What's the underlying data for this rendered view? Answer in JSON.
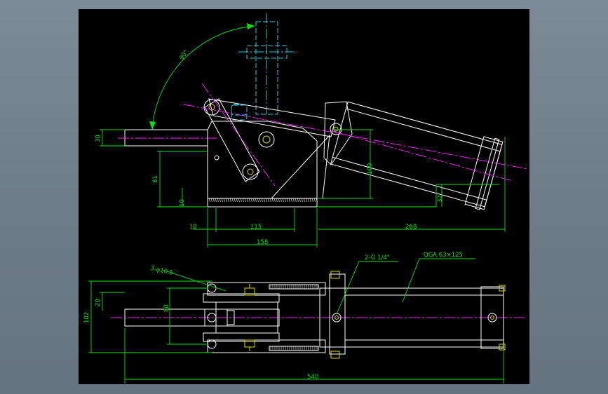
{
  "drawing": {
    "background": "#000000",
    "colors": {
      "outline": "#ffffff",
      "dimension": "#00e600",
      "centerline": "#ff20ff",
      "hidden_position": "#2ec6d6",
      "bolts": "#d9d900"
    },
    "side_view": {
      "angle_label": "90°",
      "dims": {
        "d30": "30",
        "d81": "81",
        "d10v": "10",
        "d100": "100",
        "d32": "32",
        "d10h": "10",
        "d115": "115",
        "d268": "268",
        "d158": "158"
      }
    },
    "top_view": {
      "callouts": {
        "holes": "3-φ10.5",
        "port": "2-G 1/4\"",
        "cylinder": "QGA 63×125"
      },
      "dims": {
        "d102": "102",
        "d20": "20",
        "d80": "80",
        "d540": "540"
      }
    }
  }
}
